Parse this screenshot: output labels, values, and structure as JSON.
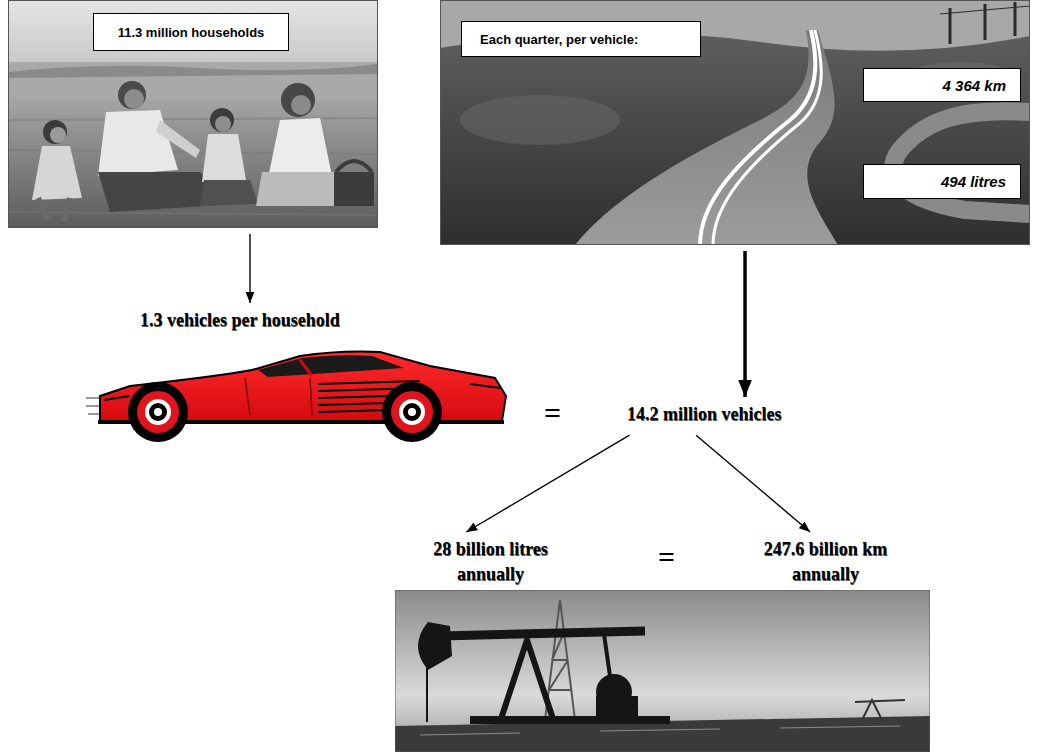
{
  "diagram": {
    "nodes": [
      {
        "text": [
          "11.3 million households"
        ]
      },
      {
        "text": [
          "Each quarter, per vehicle:",
          "4 364 km",
          "494 litres"
        ]
      },
      {
        "text": [
          "1.3 vehicles per household"
        ]
      },
      {
        "text": [
          "14.2 million vehicles"
        ]
      },
      {
        "text": [
          "28 billion litres annually"
        ]
      },
      {
        "text": [
          "247.6 billion km annually"
        ]
      }
    ],
    "edges": [
      {
        "from": 0,
        "to": 2,
        "arrow": "to"
      },
      {
        "from": 1,
        "to": 3,
        "arrow": "to"
      },
      {
        "from": 3,
        "to": 4,
        "arrow": "to"
      },
      {
        "from": 3,
        "to": 5,
        "arrow": "to"
      }
    ],
    "labels": [
      "=",
      "="
    ]
  }
}
